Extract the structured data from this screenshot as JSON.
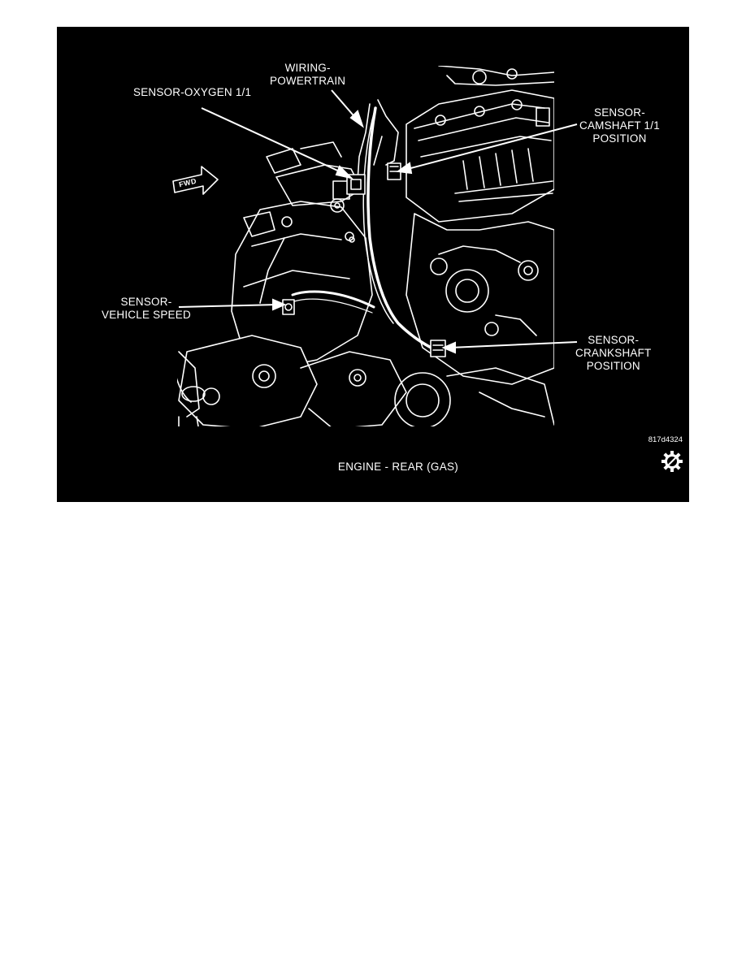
{
  "labels": {
    "oxygen_sensor": "SENSOR-OXYGEN 1/1",
    "wiring": [
      "WIRING-",
      "POWERTRAIN"
    ],
    "camshaft_sensor": [
      "SENSOR-",
      "CAMSHAFT 1/1",
      "POSITION"
    ],
    "vehicle_speed_sensor": [
      "SENSOR-",
      "VEHICLE SPEED"
    ],
    "crankshaft_sensor": [
      "SENSOR-",
      "CRANKSHAFT",
      "POSITION"
    ],
    "fwd_arrow": "FWD"
  },
  "figure_id": "817d4324",
  "caption": "ENGINE - REAR  (GAS)",
  "icons": {
    "corner_icon": "gear-icon"
  },
  "colors": {
    "background": "#000000",
    "line": "#ffffff",
    "page": "#ffffff"
  }
}
